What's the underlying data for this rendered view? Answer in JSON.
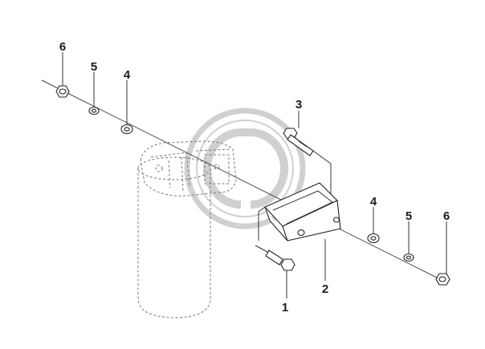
{
  "callouts": [
    {
      "id": "nut-left",
      "label": "6"
    },
    {
      "id": "washer5-left",
      "label": "5"
    },
    {
      "id": "washer4-left",
      "label": "4"
    },
    {
      "id": "bolt-top",
      "label": "3"
    },
    {
      "id": "washer4-right",
      "label": "4"
    },
    {
      "id": "washer5-right",
      "label": "5"
    },
    {
      "id": "nut-right",
      "label": "6"
    },
    {
      "id": "bracket",
      "label": "2"
    },
    {
      "id": "bolt-bottom",
      "label": "1"
    }
  ],
  "colors": {
    "line": "#333333",
    "watermark": "#d0d0d0",
    "background": "#ffffff"
  },
  "icons": {
    "watermark": "gd-logo-watermark"
  }
}
